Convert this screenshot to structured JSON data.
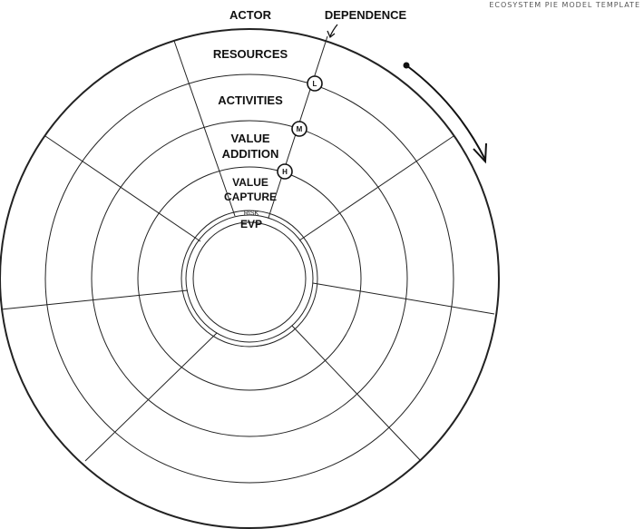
{
  "template_title": "ECOSYSTEM PIE MODEL TEMPLATE",
  "headers": {
    "actor": "ACTOR",
    "dependence": "DEPENDENCE"
  },
  "rings": {
    "resources": "RESOURCES",
    "activities": "ACTIVITIES",
    "value_addition_line1": "VALUE",
    "value_addition_line2": "ADDITION",
    "value_capture_line1": "VALUE",
    "value_capture_line2": "CAPTURE",
    "risk": "RISK",
    "evp": "EVP"
  },
  "dependence_levels": {
    "low": "L",
    "medium": "M",
    "high": "H"
  },
  "diagram": {
    "segments": 8,
    "rings": 5,
    "stroke_color": "#222222",
    "background": "#ffffff"
  }
}
